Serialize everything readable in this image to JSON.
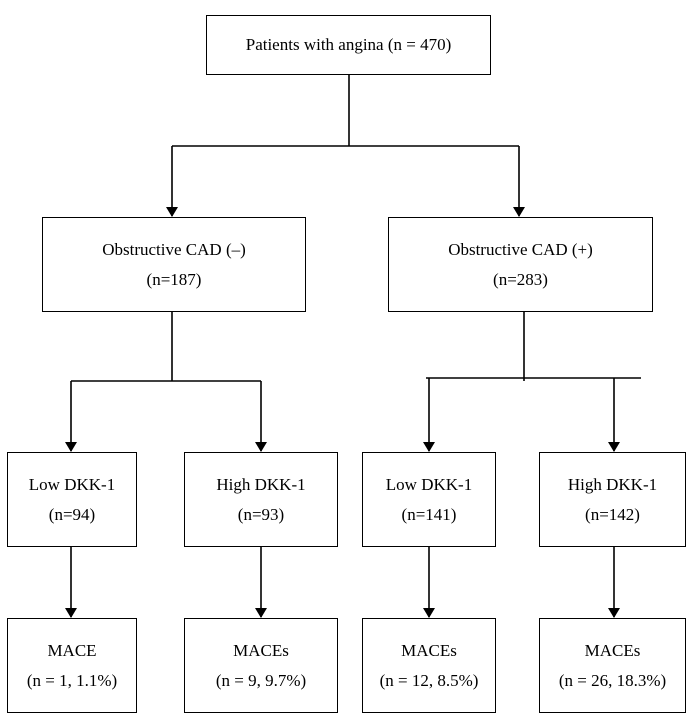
{
  "root": {
    "label": "Patients with angina (n = 470)"
  },
  "branches": [
    {
      "label": "Obstructive CAD (–)",
      "count": "(n=187)",
      "groups": [
        {
          "label": "Low DKK-1",
          "count": "(n=94)",
          "outcome": "MACE",
          "outcome_count": "(n = 1, 1.1%)"
        },
        {
          "label": "High DKK-1",
          "count": "(n=93)",
          "outcome": "MACEs",
          "outcome_count": "(n = 9, 9.7%)"
        }
      ]
    },
    {
      "label": "Obstructive CAD (+)",
      "count": "(n=283)",
      "groups": [
        {
          "label": "Low DKK-1",
          "count": "(n=141)",
          "outcome": "MACEs",
          "outcome_count": "(n = 12, 8.5%)"
        },
        {
          "label": "High DKK-1",
          "count": "(n=142)",
          "outcome": "MACEs",
          "outcome_count": "(n = 26, 18.3%)"
        }
      ]
    }
  ]
}
